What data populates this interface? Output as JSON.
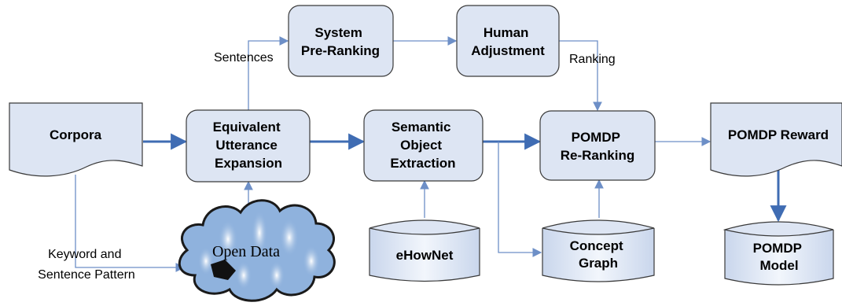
{
  "nodes": {
    "corpora": [
      "Corpora"
    ],
    "equivalent": [
      "Equivalent",
      "Utterance",
      "Expansion"
    ],
    "system_preranking": [
      "System",
      "Pre-Ranking"
    ],
    "human_adjustment": [
      "Human",
      "Adjustment"
    ],
    "semantic": [
      "Semantic",
      "Object",
      "Extraction"
    ],
    "pomdp_reranking": [
      "POMDP",
      "Re-Ranking"
    ],
    "pomdp_reward": [
      "POMDP Reward"
    ],
    "open_data": [
      "Open Data"
    ],
    "ehownet": [
      "eHowNet"
    ],
    "concept_graph": [
      "Concept",
      "Graph"
    ],
    "pomdp_model": [
      "POMDP",
      "Model"
    ]
  },
  "edge_labels": {
    "sentences": "Sentences",
    "ranking": "Ranking",
    "keyword": [
      "Keyword and",
      "Sentence Pattern"
    ]
  },
  "colors": {
    "fill": "#dde5f3",
    "stroke": "#3a3a3a",
    "arrow": "#3f6cb3",
    "thin_arrow": "#6d8fc7",
    "cloud_fill": "#8fb2dd",
    "cloud_highlight": "#eef4fc"
  }
}
